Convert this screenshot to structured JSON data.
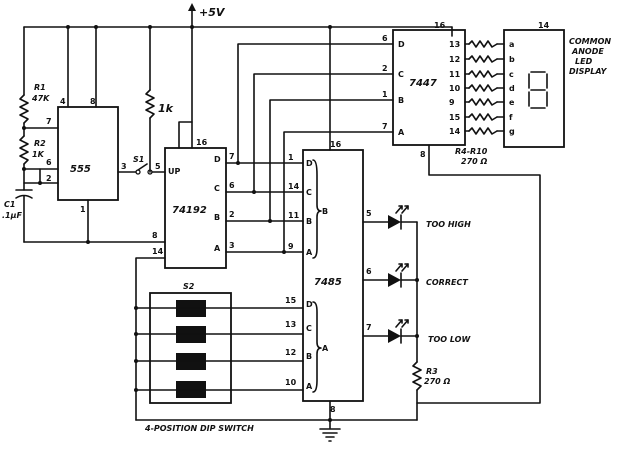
{
  "supply": "+5V",
  "chips": {
    "c555": "555",
    "c74192": "74192",
    "c7447": "7447",
    "c7485": "7485"
  },
  "display_label": [
    "COMMON",
    "ANODE",
    "LED",
    "DISPLAY"
  ],
  "resistors": {
    "r1": "R1",
    "r1_val": "47K",
    "r2": "R2",
    "r2_val": "1K",
    "pullup": "1k",
    "r4": "R4-R10",
    "r4_val": "270 Ω",
    "r3": "R3",
    "r3_val": "270 Ω"
  },
  "capacitor": {
    "name": "C1",
    "value": ".1μF"
  },
  "switch_s1": "S1",
  "switch_s2": "S2",
  "dip_caption": "4-POSITION DIP SWITCH",
  "leds": {
    "high": "TOO HIGH",
    "correct": "CORRECT",
    "low": "TOO LOW"
  },
  "pins": {
    "p555": {
      "vcc": "8",
      "reset": "4",
      "dis": "7",
      "thr": "6",
      "trig": "2",
      "out": "3",
      "gnd": "1"
    },
    "p74192": {
      "up": "UP",
      "up_n": "5",
      "vcc": "16",
      "D": "D",
      "C": "C",
      "B": "B",
      "A": "A",
      "q7": "7",
      "q6": "6",
      "q2": "2",
      "q3": "3",
      "gnd": "8",
      "clr": "14"
    },
    "p7447": {
      "vcc": "16",
      "D": "D",
      "C": "C",
      "B": "B",
      "A": "A",
      "in6": "6",
      "in2": "2",
      "in1": "1",
      "in7": "7",
      "seg": [
        "13",
        "12",
        "11",
        "10",
        "9",
        "15",
        "14"
      ],
      "segname": [
        "a",
        "b",
        "c",
        "d",
        "e",
        "f",
        "g"
      ],
      "gnd": "8",
      "disp": "14"
    },
    "p7485": {
      "vcc": "16",
      "gnd": "8",
      "B": "B",
      "A": "A",
      "D": "D",
      "C": "C",
      "Bb": "B",
      "Ab": "A",
      "b1": "1",
      "b14": "14",
      "b11": "11",
      "b9": "9",
      "a15": "15",
      "a13": "13",
      "a12": "12",
      "a10": "10",
      "o5": "5",
      "o6": "6",
      "o7": "7"
    }
  }
}
